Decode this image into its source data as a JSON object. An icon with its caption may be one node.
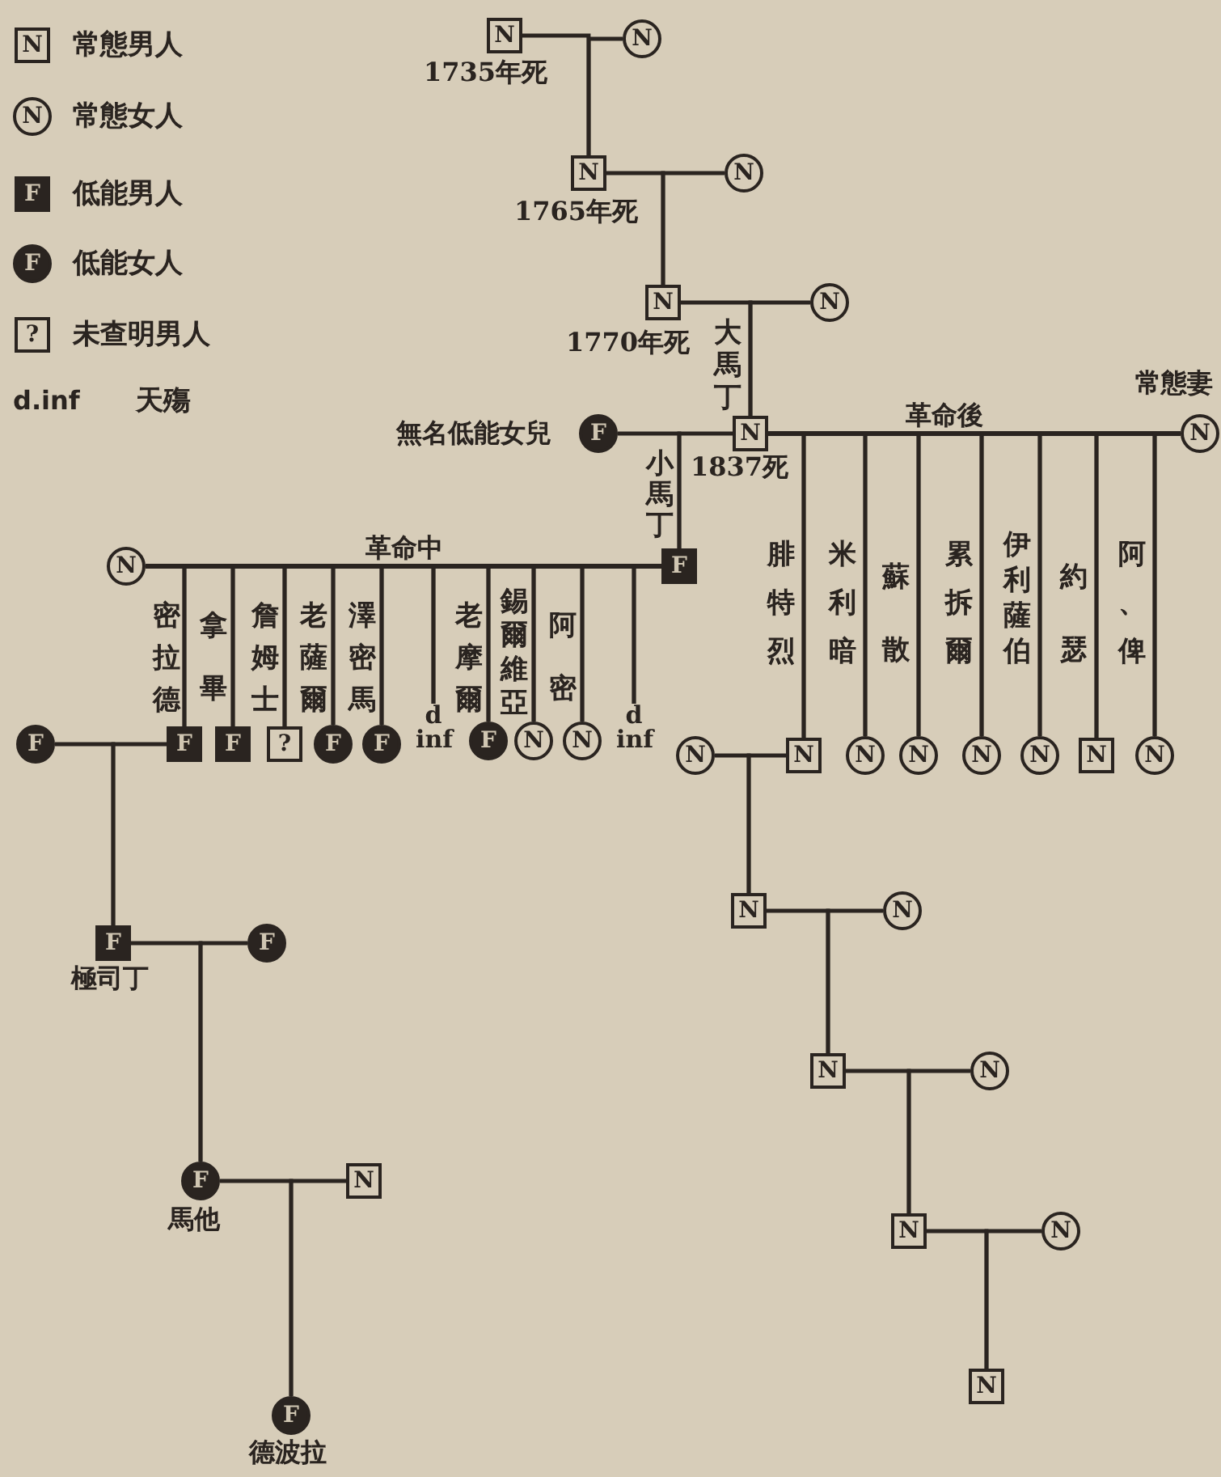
{
  "diagram": {
    "nodes": [
      {
        "text": [
          "N"
        ],
        "beside": [
          "1735年死"
        ]
      },
      {
        "text": [
          "N"
        ]
      },
      {
        "text": [
          "N"
        ],
        "beside": [
          "1765年死"
        ]
      },
      {
        "text": [
          "N"
        ]
      },
      {
        "text": [
          "N"
        ],
        "beside": [
          "1770年死"
        ]
      },
      {
        "text": [
          "N"
        ]
      },
      {
        "text": [
          "F"
        ],
        "beside": [
          "無名低能女兒"
        ]
      },
      {
        "text": [
          "N"
        ],
        "beside": [
          "大馬丁",
          "1837死"
        ]
      },
      {
        "text": [
          "N"
        ],
        "beside": [
          "常態妻"
        ]
      },
      {
        "text": [
          "N"
        ]
      },
      {
        "text": [
          "F"
        ],
        "beside": [
          "小馬丁"
        ]
      },
      {
        "text": [
          "F"
        ]
      },
      {
        "text": [
          "F"
        ],
        "beside": [
          "密拉德"
        ]
      },
      {
        "text": [
          "F"
        ],
        "beside": [
          "拿畢"
        ]
      },
      {
        "text": [
          "?"
        ],
        "beside": [
          "詹姆士"
        ]
      },
      {
        "text": [
          "F"
        ],
        "beside": [
          "老薩爾"
        ]
      },
      {
        "text": [
          "F"
        ],
        "beside": [
          "澤密馬"
        ]
      },
      {
        "text": [
          "d inf"
        ]
      },
      {
        "text": [
          "F"
        ],
        "beside": [
          "老摩爾"
        ]
      },
      {
        "text": [
          "N"
        ],
        "beside": [
          "錫爾維亞"
        ]
      },
      {
        "text": [
          "N"
        ],
        "beside": [
          "阿密"
        ]
      },
      {
        "text": [
          "d inf"
        ]
      },
      {
        "text": [
          "N"
        ]
      },
      {
        "text": [
          "N"
        ],
        "beside": [
          "腓特烈"
        ]
      },
      {
        "text": [
          "N"
        ],
        "beside": [
          "米利暗"
        ]
      },
      {
        "text": [
          "N"
        ],
        "beside": [
          "蘇散"
        ]
      },
      {
        "text": [
          "N"
        ],
        "beside": [
          "累拆爾"
        ]
      },
      {
        "text": [
          "N"
        ],
        "beside": [
          "伊利薩伯"
        ]
      },
      {
        "text": [
          "N"
        ],
        "beside": [
          "約瑟"
        ]
      },
      {
        "text": [
          "N"
        ],
        "beside": [
          "阿、俾"
        ]
      },
      {
        "text": [
          "N"
        ]
      },
      {
        "text": [
          "N"
        ]
      },
      {
        "text": [
          "F"
        ],
        "beside": [
          "極司丁"
        ]
      },
      {
        "text": [
          "F"
        ]
      },
      {
        "text": [
          "N"
        ]
      },
      {
        "text": [
          "N"
        ]
      },
      {
        "text": [
          "F"
        ],
        "beside": [
          "馬他"
        ]
      },
      {
        "text": [
          "N"
        ]
      },
      {
        "text": [
          "N"
        ]
      },
      {
        "text": [
          "N"
        ]
      },
      {
        "text": [
          "N"
        ]
      },
      {
        "text": [
          "F"
        ],
        "beside": [
          "德波拉"
        ]
      }
    ],
    "edges": [
      {
        "from": 0,
        "to": 2,
        "arrow": "none"
      },
      {
        "from": 1,
        "to": 2,
        "arrow": "none"
      },
      {
        "from": 2,
        "to": 4,
        "arrow": "none"
      },
      {
        "from": 3,
        "to": 4,
        "arrow": "none"
      },
      {
        "from": 4,
        "to": 7,
        "arrow": "none"
      },
      {
        "from": 5,
        "to": 7,
        "arrow": "none"
      },
      {
        "from": 6,
        "to": 10,
        "arrow": "none"
      },
      {
        "from": 7,
        "to": 10,
        "arrow": "none"
      },
      {
        "from": 7,
        "to": 23,
        "arrow": "none"
      },
      {
        "from": 8,
        "to": 23,
        "arrow": "none"
      },
      {
        "from": 7,
        "to": 24,
        "arrow": "none"
      },
      {
        "from": 8,
        "to": 24,
        "arrow": "none"
      },
      {
        "from": 7,
        "to": 25,
        "arrow": "none"
      },
      {
        "from": 8,
        "to": 25,
        "arrow": "none"
      },
      {
        "from": 7,
        "to": 26,
        "arrow": "none"
      },
      {
        "from": 8,
        "to": 26,
        "arrow": "none"
      },
      {
        "from": 7,
        "to": 27,
        "arrow": "none"
      },
      {
        "from": 8,
        "to": 27,
        "arrow": "none"
      },
      {
        "from": 7,
        "to": 28,
        "arrow": "none"
      },
      {
        "from": 8,
        "to": 28,
        "arrow": "none"
      },
      {
        "from": 7,
        "to": 29,
        "arrow": "none"
      },
      {
        "from": 8,
        "to": 29,
        "arrow": "none"
      },
      {
        "from": 9,
        "to": 12,
        "arrow": "none"
      },
      {
        "from": 10,
        "to": 12,
        "arrow": "none"
      },
      {
        "from": 9,
        "to": 13,
        "arrow": "none"
      },
      {
        "from": 10,
        "to": 13,
        "arrow": "none"
      },
      {
        "from": 9,
        "to": 14,
        "arrow": "none"
      },
      {
        "from": 10,
        "to": 14,
        "arrow": "none"
      },
      {
        "from": 9,
        "to": 15,
        "arrow": "none"
      },
      {
        "from": 10,
        "to": 15,
        "arrow": "none"
      },
      {
        "from": 9,
        "to": 16,
        "arrow": "none"
      },
      {
        "from": 10,
        "to": 16,
        "arrow": "none"
      },
      {
        "from": 9,
        "to": 17,
        "arrow": "none"
      },
      {
        "from": 10,
        "to": 17,
        "arrow": "none"
      },
      {
        "from": 9,
        "to": 18,
        "arrow": "none"
      },
      {
        "from": 10,
        "to": 18,
        "arrow": "none"
      },
      {
        "from": 9,
        "to": 19,
        "arrow": "none"
      },
      {
        "from": 10,
        "to": 19,
        "arrow": "none"
      },
      {
        "from": 9,
        "to": 20,
        "arrow": "none"
      },
      {
        "from": 10,
        "to": 20,
        "arrow": "none"
      },
      {
        "from": 9,
        "to": 21,
        "arrow": "none"
      },
      {
        "from": 10,
        "to": 21,
        "arrow": "none"
      },
      {
        "from": 11,
        "to": 32,
        "arrow": "none"
      },
      {
        "from": 12,
        "to": 32,
        "arrow": "none"
      },
      {
        "from": 22,
        "to": 30,
        "arrow": "none"
      },
      {
        "from": 23,
        "to": 30,
        "arrow": "none"
      },
      {
        "from": 30,
        "to": 34,
        "arrow": "none"
      },
      {
        "from": 31,
        "to": 34,
        "arrow": "none"
      },
      {
        "from": 32,
        "to": 36,
        "arrow": "none"
      },
      {
        "from": 33,
        "to": 36,
        "arrow": "none"
      },
      {
        "from": 34,
        "to": 38,
        "arrow": "none"
      },
      {
        "from": 35,
        "to": 38,
        "arrow": "none"
      },
      {
        "from": 36,
        "to": 41,
        "arrow": "none"
      },
      {
        "from": 37,
        "to": 41,
        "arrow": "none"
      },
      {
        "from": 38,
        "to": 40,
        "arrow": "none"
      },
      {
        "from": 39,
        "to": 40,
        "arrow": "none"
      }
    ],
    "labels": [
      "N",
      "N",
      "F",
      "F",
      "?",
      "d.inf",
      "革命後",
      "革命中"
    ],
    "legend": [
      {
        "text": "常態男人"
      },
      {
        "text": "常態女人"
      },
      {
        "text": "低能男人"
      },
      {
        "text": "低能女人"
      },
      {
        "text": "未查明男人"
      },
      {
        "text": "天殤"
      }
    ]
  }
}
